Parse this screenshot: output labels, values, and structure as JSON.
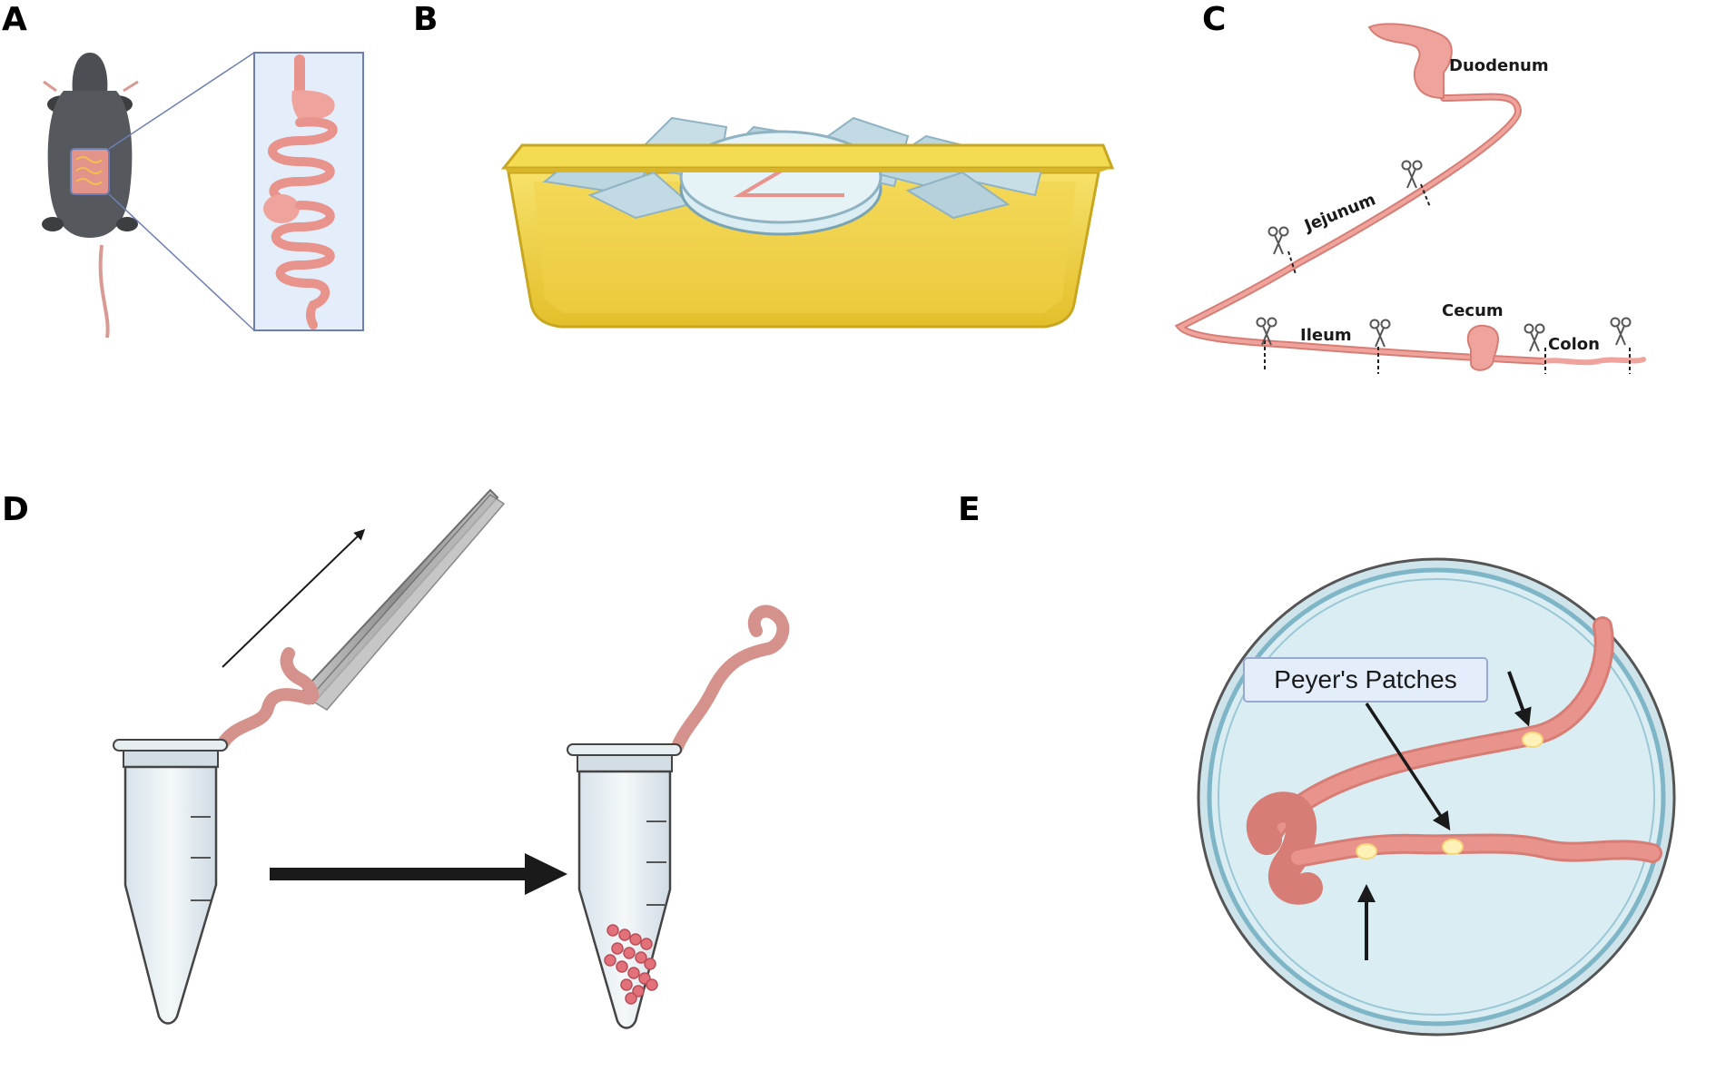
{
  "panels": {
    "a": {
      "letter": "A"
    },
    "b": {
      "letter": "B"
    },
    "c": {
      "letter": "C",
      "segments": {
        "duodenum": "Duodenum",
        "jejunum": "Jejunum",
        "ileum": "Ileum",
        "cecum": "Cecum",
        "colon": "Colon"
      }
    },
    "d": {
      "letter": "D"
    },
    "e": {
      "letter": "E",
      "callout": "Peyer's Patches"
    }
  },
  "colors": {
    "intestine": "#e8938b",
    "intestine_dark": "#c8706a",
    "mouse_body": "#55585c",
    "tray_yellow": "#f2d54a",
    "ice": "#bcd6e0",
    "petri_fill": "#d9edf2",
    "panel_box_fill": "#e4eefb",
    "panel_box_stroke": "#6e7fb6",
    "peyers_patch": "#fff2b8",
    "arrow": "#1a1a1a"
  },
  "icons": [
    "mouse-icon",
    "tray-icon",
    "ice-cube-icon",
    "petri-dish-icon",
    "scissors-icon",
    "forceps-icon",
    "tube-icon",
    "arrow-icon"
  ]
}
